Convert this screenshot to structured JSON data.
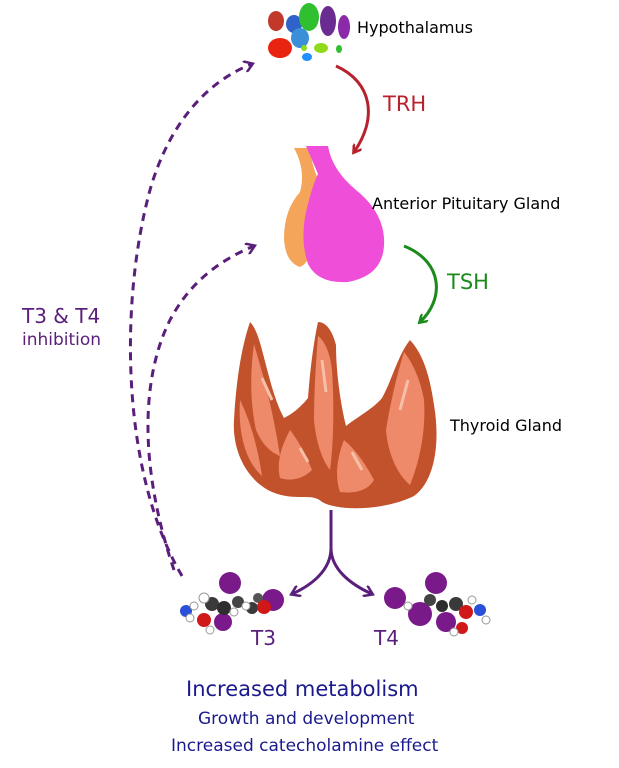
{
  "organs": {
    "hypothalamus": "Hypothalamus",
    "pituitary": "Anterior Pituitary Gland",
    "thyroid": "Thyroid Gland"
  },
  "hormones": {
    "trh": "TRH",
    "tsh": "TSH",
    "t3": "T3",
    "t4": "T4"
  },
  "feedback": {
    "title": "T3 & T4",
    "subtitle": "inhibition"
  },
  "effects": {
    "main": "Increased metabolism",
    "items": [
      "Growth and development",
      "Increased catecholamine effect"
    ]
  },
  "colors": {
    "trh": "#b8222e",
    "tsh": "#1a8a1a",
    "feedback": "#5a1f7a",
    "effects": "#1a1a8c",
    "pituitary_pink": "#ef4fd8",
    "pituitary_orange": "#f4a55a",
    "thyroid_dark": "#c2522b",
    "thyroid_light": "#ee8a6a"
  }
}
